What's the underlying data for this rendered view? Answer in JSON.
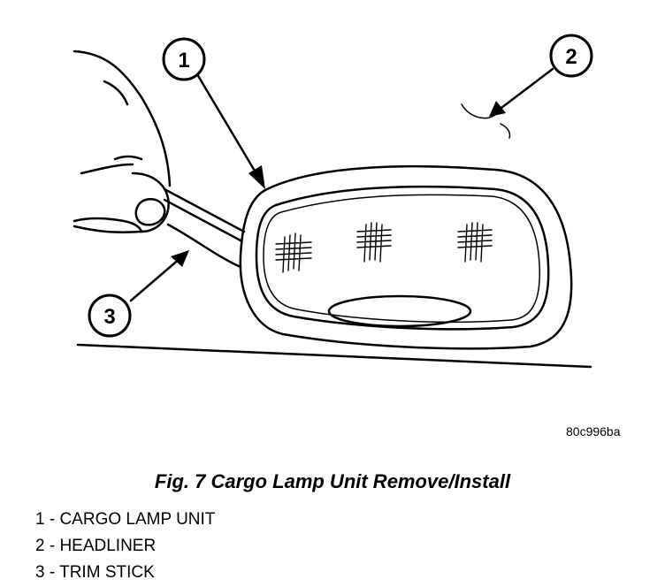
{
  "figure": {
    "callouts": [
      "1",
      "2",
      "3"
    ],
    "reference_code": "80c996ba",
    "title": "Fig. 7 Cargo Lamp Unit Remove/Install"
  },
  "legend": [
    {
      "number": "1",
      "label": "CARGO LAMP UNIT",
      "text": "1 - CARGO LAMP UNIT"
    },
    {
      "number": "2",
      "label": "HEADLINER",
      "text": "2 - HEADLINER"
    },
    {
      "number": "3",
      "label": "TRIM STICK",
      "text": "3 - TRIM STICK"
    }
  ]
}
